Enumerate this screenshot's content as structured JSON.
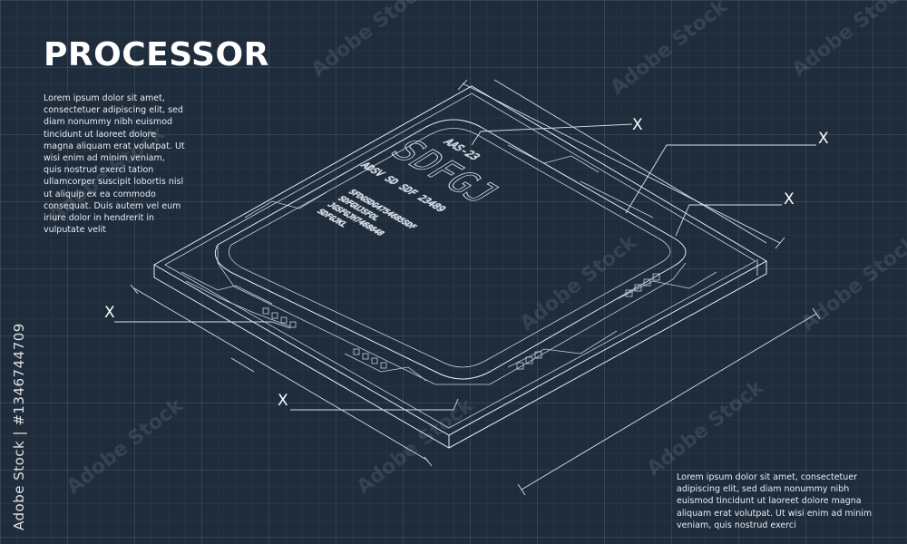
{
  "title": "PROCESSOR",
  "description_left": "Lorem ipsum dolor sit amet, consectetuer adipiscing elit, sed diam nonummy nibh euismod tincidunt ut laoreet dolore magna aliquam erat volutpat. Ut wisi enim ad minim veniam, quis nostrud exerci tation ullamcorper suscipit lobortis nisl ut aliquip ex ea commodo consequat. Duis autem vel eum iriure dolor in hendrerit in vulputate velit",
  "description_right": "Lorem ipsum dolor sit amet, consectetuer adipiscing elit, sed diam nonummy nibh euismod tincidunt ut laoreet dolore magna aliquam erat volutpat. Ut wisi enim ad minim veniam, quis nostrud exerci",
  "chip": {
    "code_small": "AAS-23",
    "name": "SDFGJ",
    "subtitle": "ADSV SD SDF 23489",
    "lines": [
      "SFDGSDG4754685SDF",
      "SDFGUJSFOL",
      "JGSFGJH7468648",
      "SDFGJKL"
    ]
  },
  "callout_marker": "X",
  "watermark_text": "Adobe Stock",
  "stock_id": "Adobe Stock | #1346744709",
  "colors": {
    "background": "#1f2c3c",
    "line": "#e6ecf2",
    "text": "#ffffff"
  }
}
